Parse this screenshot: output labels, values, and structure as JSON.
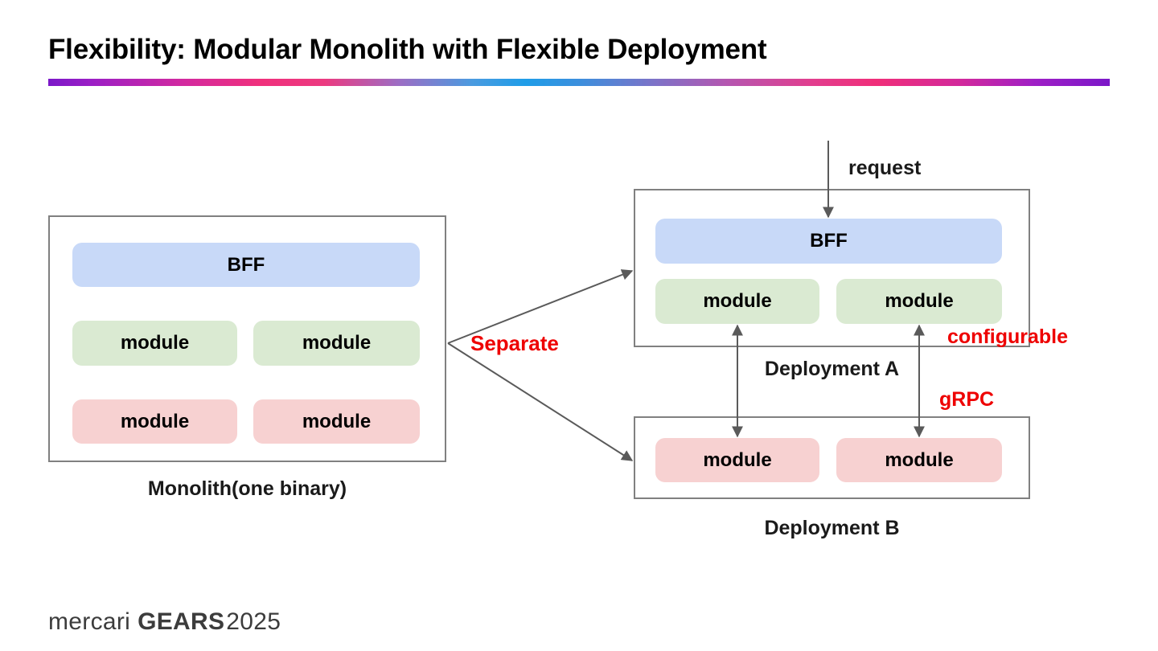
{
  "slide": {
    "title": "Flexibility: Modular Monolith with Flexible Deployment",
    "accent_gradient_colors": [
      "#7B18C8",
      "#F0307C",
      "#1F9DE8",
      "#E23E8E",
      "#7B18C8"
    ],
    "background": "#FFFFFF"
  },
  "colors": {
    "bff_chip": "#C8D9F8",
    "green_module_chip": "#DAEAD2",
    "pink_module_chip": "#F7D1D1",
    "box_border": "#808080",
    "annotation_red": "#EE0000",
    "text_black": "#1A1A1A",
    "arrow_gray": "#5A5A5A"
  },
  "monolith": {
    "caption": "Monolith(one binary)",
    "bff": {
      "label": "BFF",
      "color": "bff_chip"
    },
    "modules": [
      {
        "label": "module",
        "color": "green_module_chip"
      },
      {
        "label": "module",
        "color": "green_module_chip"
      },
      {
        "label": "module",
        "color": "pink_module_chip"
      },
      {
        "label": "module",
        "color": "pink_module_chip"
      }
    ]
  },
  "separate": {
    "label": "Separate",
    "color": "#EE0000"
  },
  "deployment_a": {
    "caption": "Deployment A",
    "bff": {
      "label": "BFF",
      "color": "bff_chip"
    },
    "modules": [
      {
        "label": "module",
        "color": "green_module_chip"
      },
      {
        "label": "module",
        "color": "green_module_chip"
      }
    ],
    "inbound_label": "request",
    "annotation": "configurable"
  },
  "deployment_b": {
    "caption": "Deployment B",
    "modules": [
      {
        "label": "module",
        "color": "pink_module_chip"
      },
      {
        "label": "module",
        "color": "pink_module_chip"
      }
    ]
  },
  "link": {
    "protocol_label": "gRPC",
    "direction": "bidirectional"
  },
  "footer": {
    "brand": "mercari",
    "event": "GEARS",
    "year": "2025"
  }
}
